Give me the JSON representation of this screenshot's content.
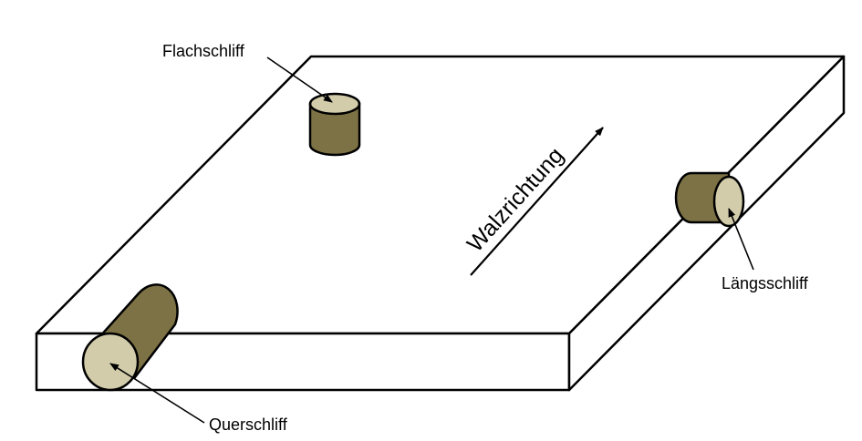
{
  "labels": {
    "flachschliff": "Flachschliff",
    "walzrichtung": "Walzrichtung",
    "laengsschliff": "Längsschliff",
    "querschliff": "Querschliff"
  },
  "colors": {
    "sample_body": "#7d7245",
    "sample_face": "#d2ccab",
    "stroke": "#000000",
    "plate": "#ffffff"
  }
}
